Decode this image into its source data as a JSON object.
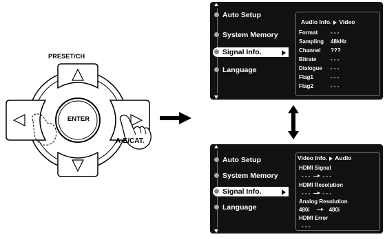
{
  "remote": {
    "preset_label": "PRESET/CH",
    "enter_label": "ENTER",
    "ae_label": "A-E/CAT."
  },
  "menu": {
    "items": [
      "Auto Setup",
      "System Memory",
      "Signal Info.",
      "Language"
    ],
    "selected_index": 2
  },
  "top_screen": {
    "title": "Audio Info.",
    "title_target": "Video",
    "rows": [
      {
        "label": "Format",
        "value": "- - -"
      },
      {
        "label": "Sampling",
        "value": "48kHz"
      },
      {
        "label": "Channel",
        "value": "???"
      },
      {
        "label": "Bitrate",
        "value": "- - -"
      },
      {
        "label": "Dialogue",
        "value": "- - -"
      },
      {
        "label": "Flag1",
        "value": "- - -"
      },
      {
        "label": "Flag2",
        "value": "- - -"
      }
    ]
  },
  "bottom_screen": {
    "title": "Video Info.",
    "title_target": "Audio",
    "hdmi_signal_label": "HDMI  Signal",
    "hdmi_signal_from": "- - -",
    "hdmi_signal_to": "- - -",
    "hdmi_resolution_label": "HDMI  Resolution",
    "hdmi_resolution_from": "- - -",
    "hdmi_resolution_to": "- - -",
    "analog_resolution_label": "Analog  Resolution",
    "analog_resolution_from": "480i",
    "analog_resolution_to": "480i",
    "hdmi_error_label": "HDMI  Error",
    "hdmi_error_value": "- - -"
  }
}
